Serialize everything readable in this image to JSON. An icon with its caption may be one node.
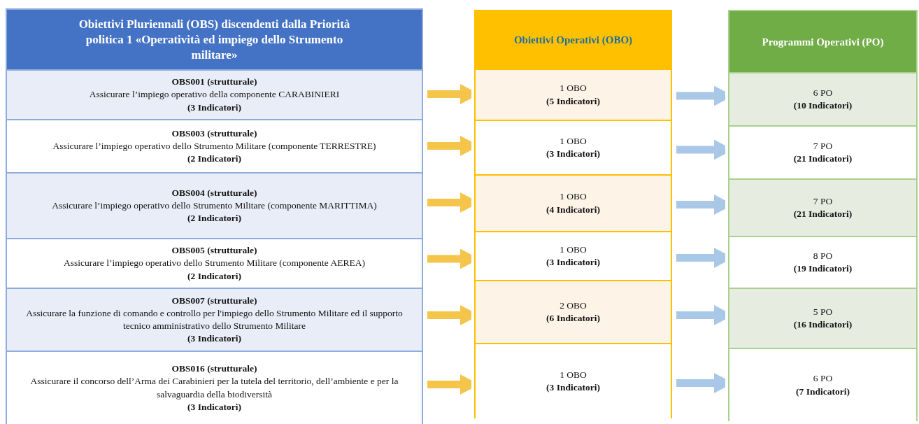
{
  "diagram": {
    "nodes": [
      {
        "text": [
          "Obiettivi Pluriennali (OBS) discendenti dalla Priorità politica 1 «Operatività ed impiego dello Strumento militare»"
        ]
      },
      {
        "text": [
          "OBS001 (strutturale)",
          "Assicurare l’impiego operativo della componente CARABINIERI",
          "(3 Indicatori)"
        ],
        "in": 0
      },
      {
        "text": [
          "OBS003 (strutturale)",
          "Assicurare l’impiego operativo dello Strumento Militare (componente TERRESTRE)",
          "(2 Indicatori)"
        ],
        "in": 0
      },
      {
        "text": [
          "OBS004 (strutturale)",
          "Assicurare l’impiego operativo dello Strumento Militare (componente MARITTIMA)",
          "(2 Indicatori)"
        ],
        "in": 0
      },
      {
        "text": [
          "OBS005 (strutturale)",
          "Assicurare l’impiego operativo dello Strumento Militare (componente AEREA)",
          "(2 Indicatori)"
        ],
        "in": 0
      },
      {
        "text": [
          "OBS007 (strutturale)",
          "Assicurare la funzione di comando e controllo per l'impiego dello Strumento Militare ed il supporto tecnico amministrativo dello Strumento Militare",
          "(3 Indicatori)"
        ],
        "in": 0
      },
      {
        "text": [
          "OBS016 (strutturale)",
          "Assicurare il concorso dell’Arma dei Carabinieri per la tutela del territorio, dell’ambiente e per la salvaguardia della biodiversità",
          "(3 Indicatori)"
        ],
        "in": 0
      },
      {
        "text": [
          "Obiettivi Operativi (OBO)"
        ]
      },
      {
        "text": [
          "1 OBO",
          "(5 Indicatori)"
        ],
        "in": 7
      },
      {
        "text": [
          "1 OBO",
          "(3 Indicatori)"
        ],
        "in": 7
      },
      {
        "text": [
          "1 OBO",
          "(4 Indicatori)"
        ],
        "in": 7
      },
      {
        "text": [
          "1 OBO",
          "(3 Indicatori)"
        ],
        "in": 7
      },
      {
        "text": [
          "2 OBO",
          "(6 Indicatori)"
        ],
        "in": 7
      },
      {
        "text": [
          "1 OBO",
          "(3 Indicatori)"
        ],
        "in": 7
      },
      {
        "text": [
          "Programmi Operativi (PO)"
        ]
      },
      {
        "text": [
          "6 PO",
          "(10 Indicatori)"
        ],
        "in": 14
      },
      {
        "text": [
          "7 PO",
          "(21 Indicatori)"
        ],
        "in": 14
      },
      {
        "text": [
          "7 PO",
          "(21 Indicatori)"
        ],
        "in": 14
      },
      {
        "text": [
          "8 PO",
          "(19 Indicatori)"
        ],
        "in": 14
      },
      {
        "text": [
          "5 PO",
          "(16 Indicatori)"
        ],
        "in": 14
      },
      {
        "text": [
          "6 PO",
          "(7 Indicatori)"
        ],
        "in": 14
      }
    ],
    "edges": [
      {
        "from": 1,
        "to": 8,
        "arrow": "to",
        "color": "#f4c54a"
      },
      {
        "from": 2,
        "to": 9,
        "arrow": "to",
        "color": "#f4c54a"
      },
      {
        "from": 3,
        "to": 10,
        "arrow": "to",
        "color": "#f4c54a"
      },
      {
        "from": 4,
        "to": 11,
        "arrow": "to",
        "color": "#f4c54a"
      },
      {
        "from": 5,
        "to": 12,
        "arrow": "to",
        "color": "#f4c54a"
      },
      {
        "from": 6,
        "to": 13,
        "arrow": "to",
        "color": "#f4c54a"
      },
      {
        "from": 8,
        "to": 15,
        "arrow": "to",
        "color": "#a9c8e8"
      },
      {
        "from": 9,
        "to": 16,
        "arrow": "to",
        "color": "#a9c8e8"
      },
      {
        "from": 10,
        "to": 17,
        "arrow": "to",
        "color": "#a9c8e8"
      },
      {
        "from": 11,
        "to": 18,
        "arrow": "to",
        "color": "#a9c8e8"
      },
      {
        "from": 12,
        "to": 19,
        "arrow": "to",
        "color": "#a9c8e8"
      },
      {
        "from": 13,
        "to": 20,
        "arrow": "to",
        "color": "#a9c8e8"
      }
    ]
  }
}
